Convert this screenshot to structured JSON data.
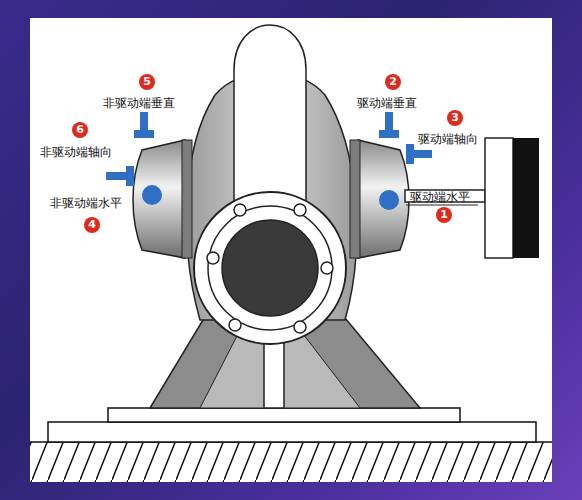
{
  "diagram": {
    "labels": [
      "5",
      "非驱动端垂直",
      "2",
      "驱动端垂直",
      "3",
      "驱动端轴向",
      "6",
      "非驱动端轴向",
      "非驱动端水平",
      "4",
      "驱动端水平",
      "1"
    ]
  }
}
